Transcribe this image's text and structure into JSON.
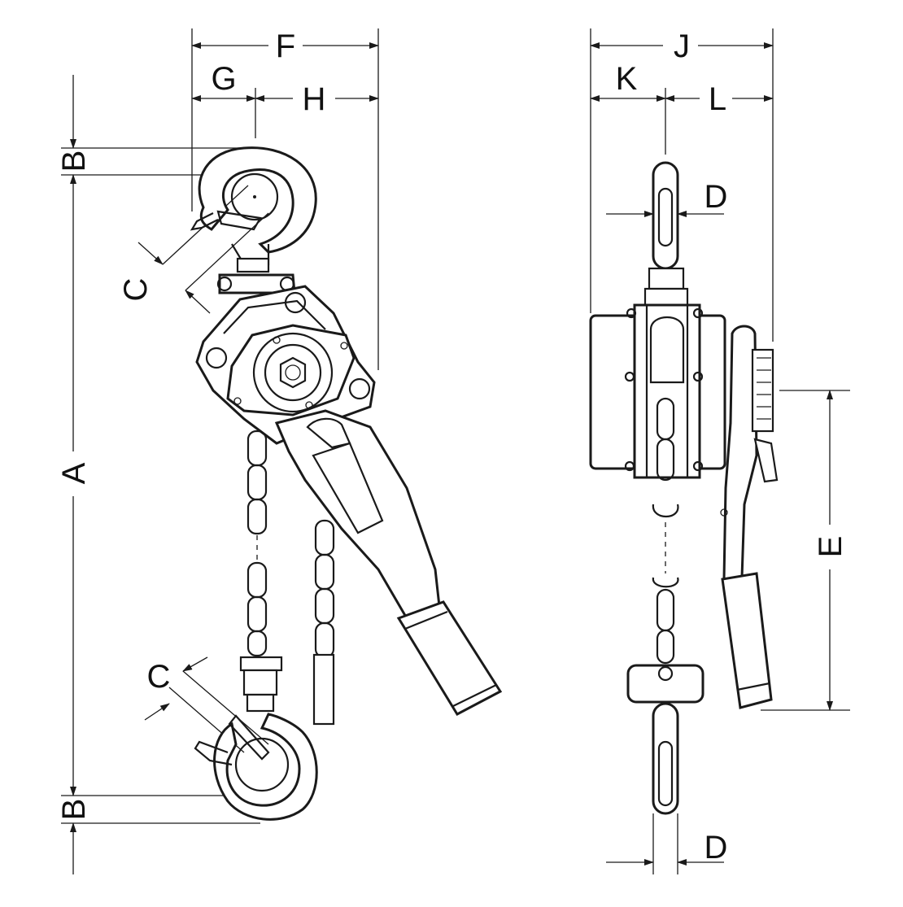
{
  "diagram": {
    "labels": {
      "A": "A",
      "B_top": "B",
      "B_bottom": "B",
      "C_top": "C",
      "C_bottom": "C",
      "D_top": "D",
      "D_bottom": "D",
      "E": "E",
      "F": "F",
      "G": "G",
      "H": "H",
      "J": "J",
      "K": "K",
      "L": "L"
    }
  }
}
